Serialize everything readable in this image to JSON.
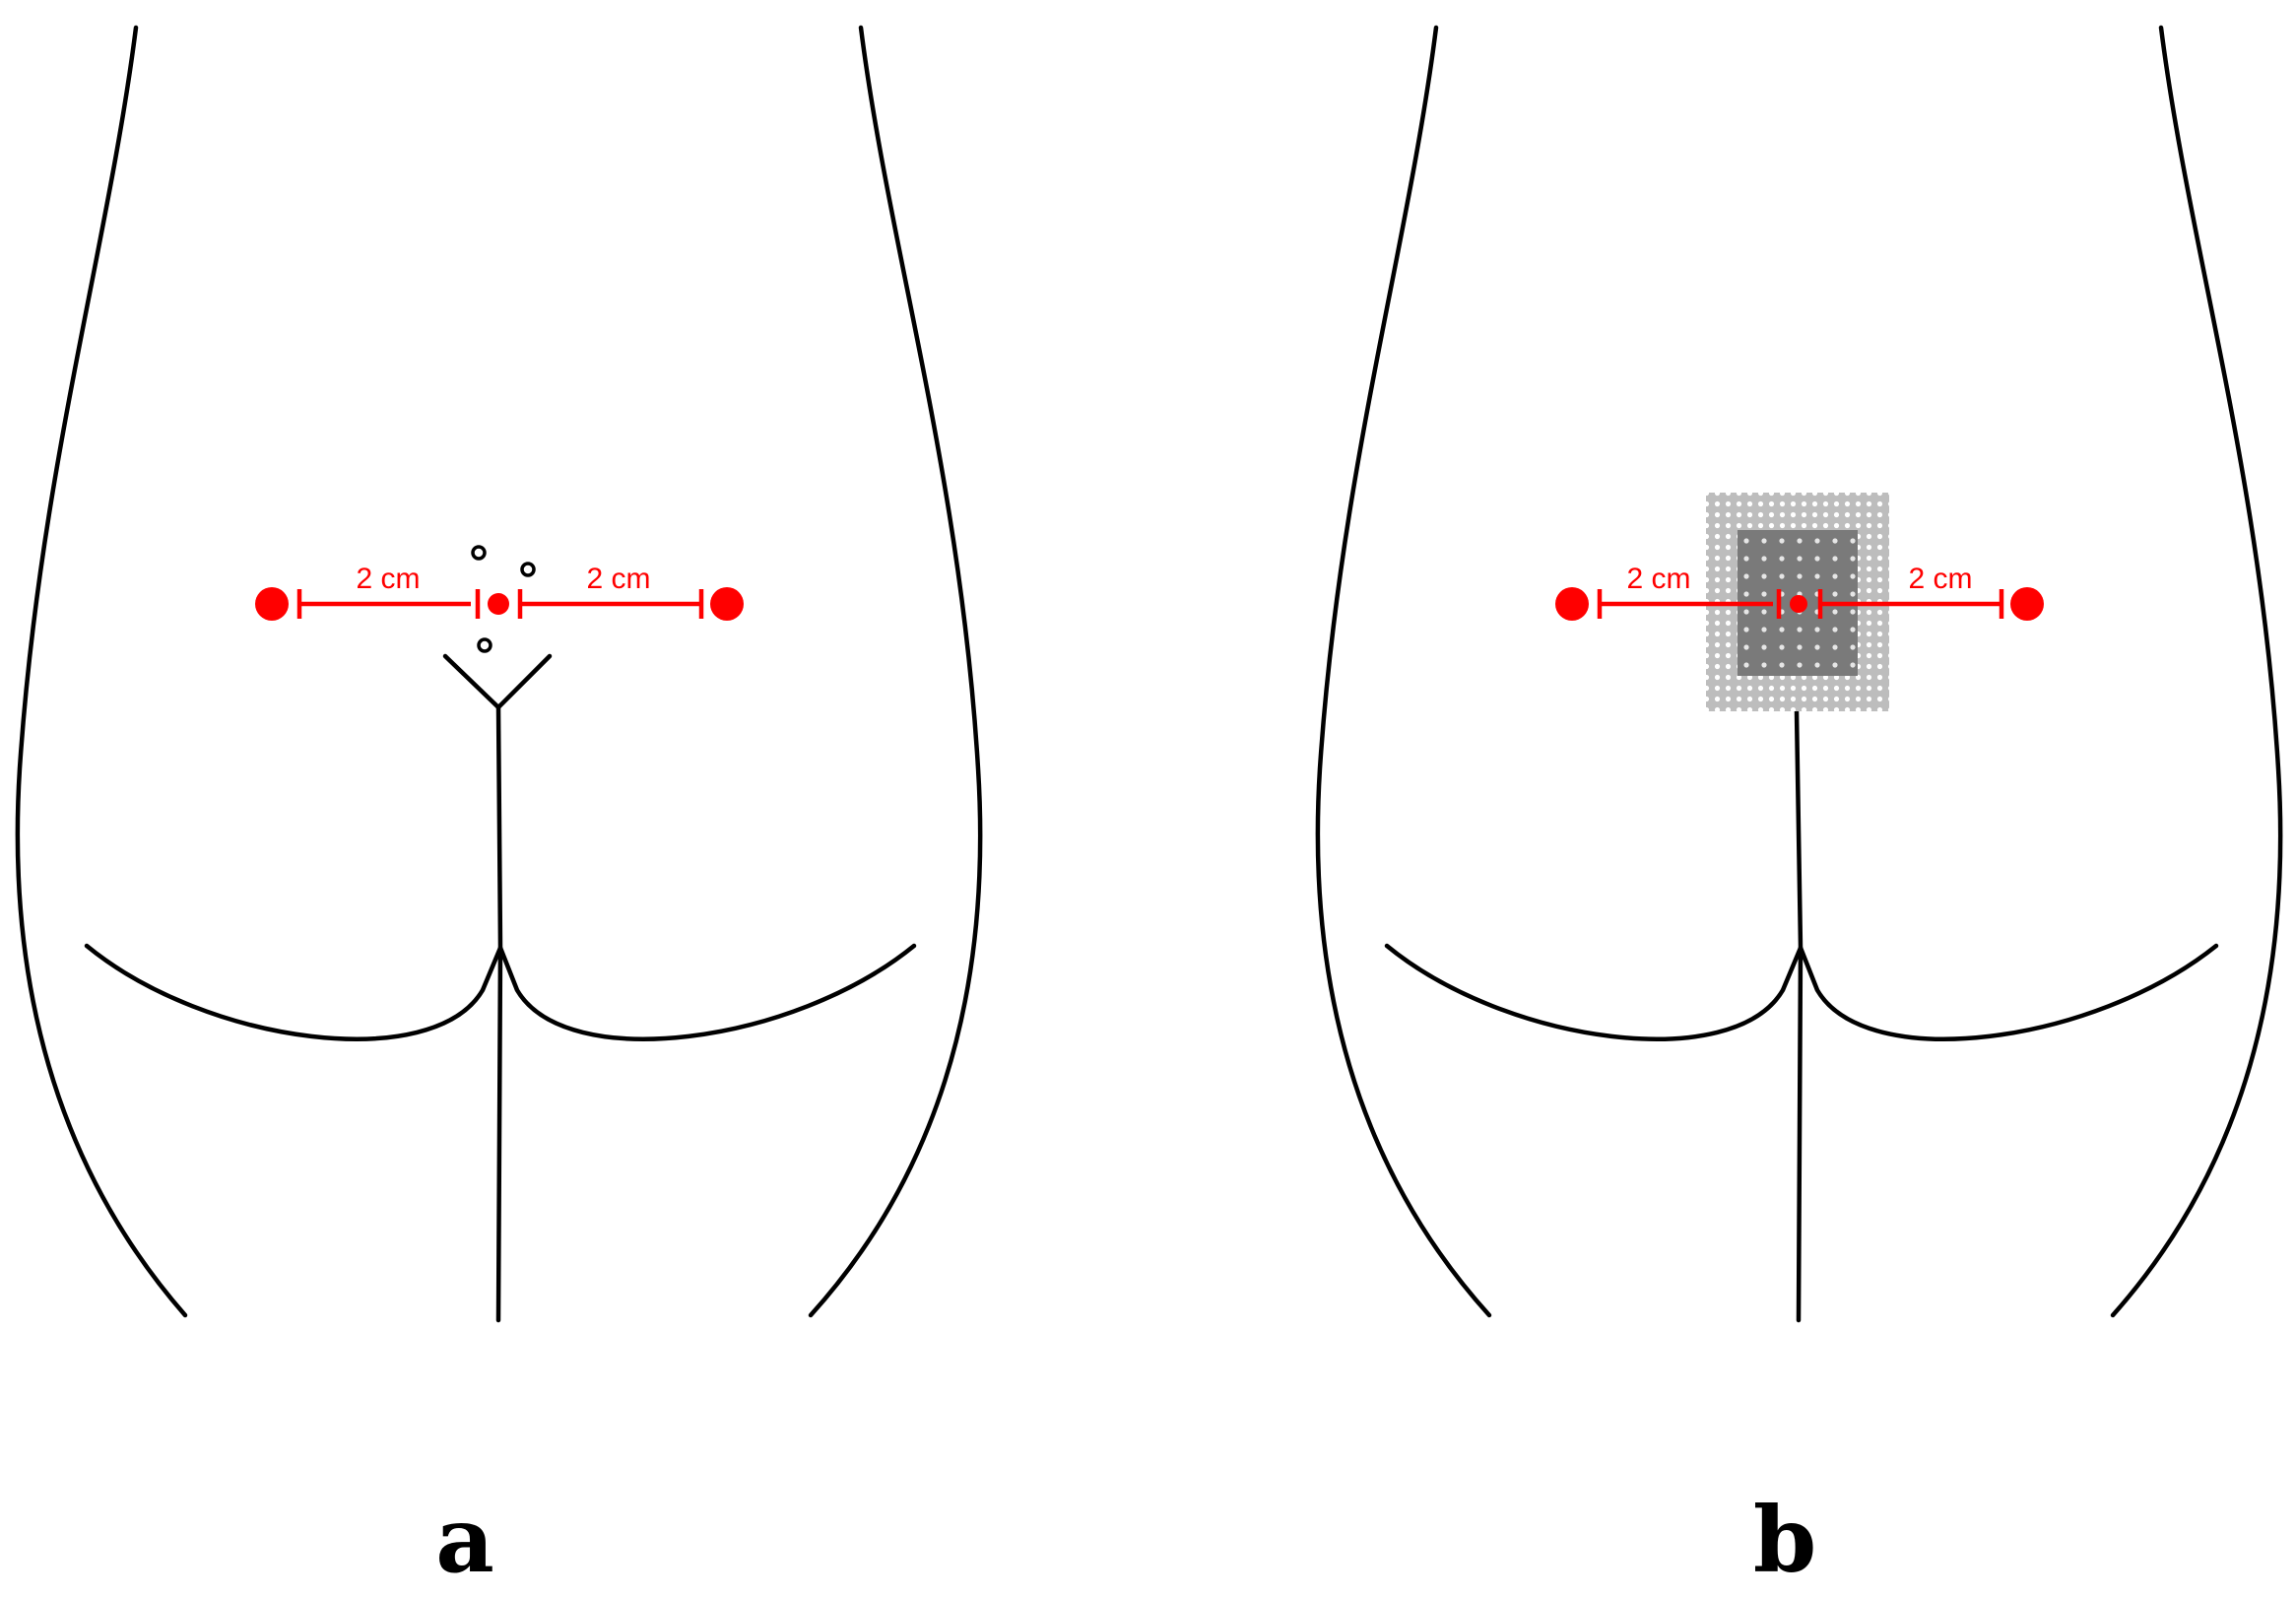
{
  "colors": {
    "accent": "#ff0000",
    "outline": "#000000",
    "dressing_outer": "#bdbdbd",
    "dressing_inner": "#7a7a7a"
  },
  "panels": [
    {
      "label": "a",
      "left_distance": "2 cm",
      "right_distance": "2 cm"
    },
    {
      "label": "b",
      "left_distance": "2 cm",
      "right_distance": "2 cm"
    }
  ]
}
